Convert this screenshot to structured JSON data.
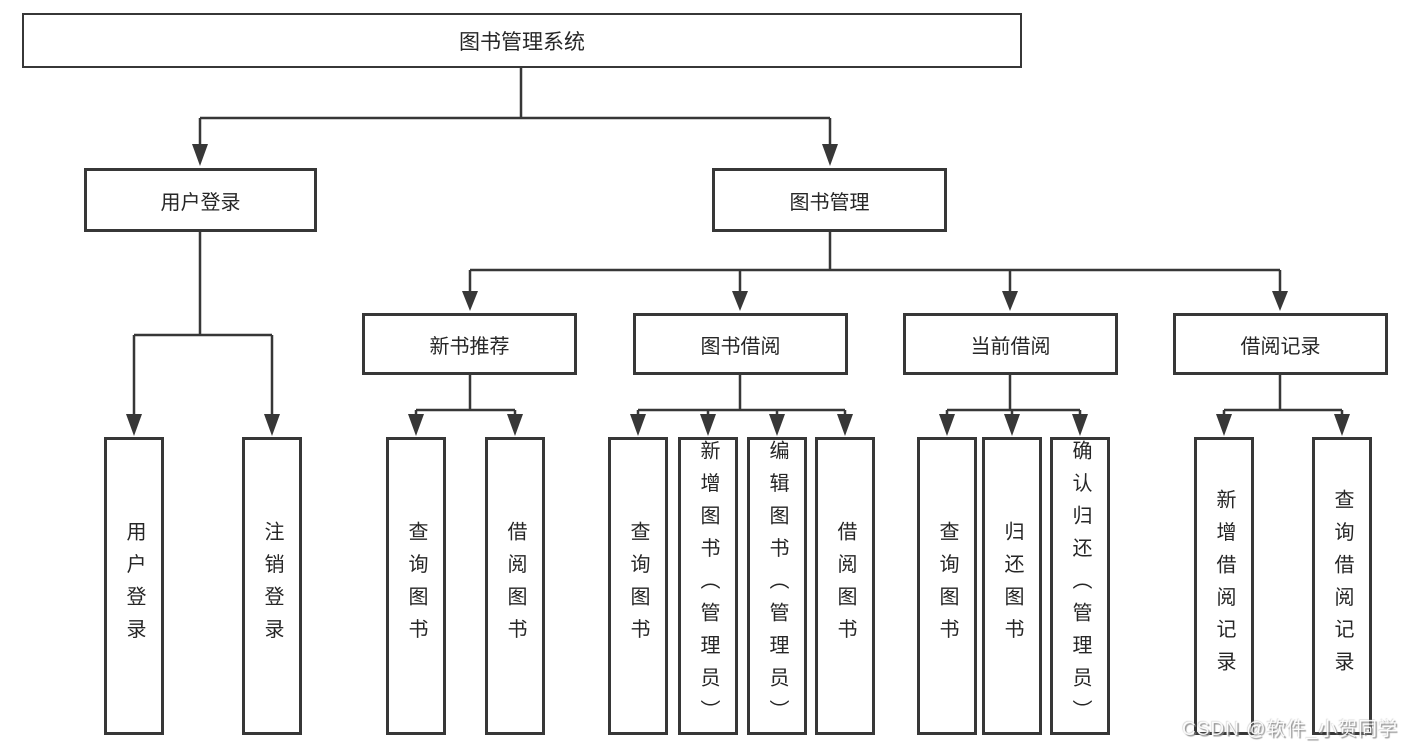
{
  "colors": {
    "line": "#373737",
    "box_border": "#373737",
    "text": "#262626",
    "background": "#ffffff",
    "watermark": "#c8c8c8"
  },
  "tree": {
    "label": "图书管理系统",
    "children": [
      {
        "label": "用户登录",
        "children": [
          {
            "label": "用户登录"
          },
          {
            "label": "注销登录"
          }
        ]
      },
      {
        "label": "图书管理",
        "children": [
          {
            "label": "新书推荐",
            "children": [
              {
                "label": "查询图书"
              },
              {
                "label": "借阅图书"
              }
            ]
          },
          {
            "label": "图书借阅",
            "children": [
              {
                "label": "查询图书"
              },
              {
                "label": "新增图书（管理员）"
              },
              {
                "label": "编辑图书（管理员）"
              },
              {
                "label": "借阅图书"
              }
            ]
          },
          {
            "label": "当前借阅",
            "children": [
              {
                "label": "查询图书"
              },
              {
                "label": "归还图书"
              },
              {
                "label": "确认归还（管理员）"
              }
            ]
          },
          {
            "label": "借阅记录",
            "children": [
              {
                "label": "新增借阅记录"
              },
              {
                "label": "查询借阅记录"
              }
            ]
          }
        ]
      }
    ]
  },
  "watermark": {
    "text": "CSDN @软件_小贺同学"
  }
}
